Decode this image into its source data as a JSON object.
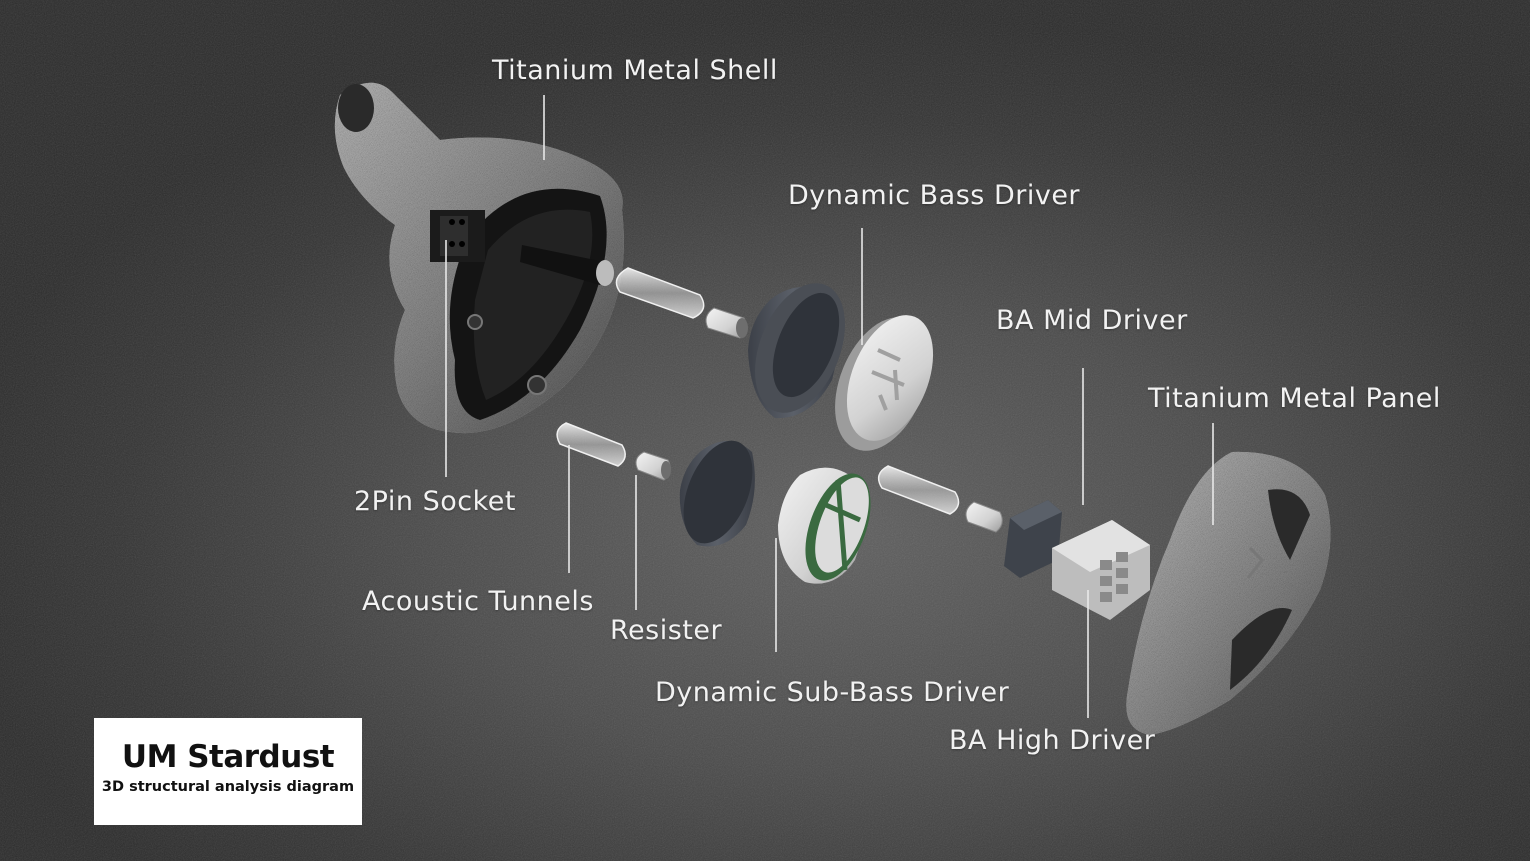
{
  "labels": {
    "shell": "Titanium Metal Shell",
    "bass": "Dynamic Bass Driver",
    "mid": "BA Mid Driver",
    "panel": "Titanium Metal Panel",
    "socket": "2Pin Socket",
    "tunnels": "Acoustic Tunnels",
    "resister": "Resister",
    "subbass": "Dynamic Sub-Bass Driver",
    "high": "BA High Driver"
  },
  "title_card": {
    "title": "UM Stardust",
    "subtitle": "3D structural analysis diagram"
  }
}
